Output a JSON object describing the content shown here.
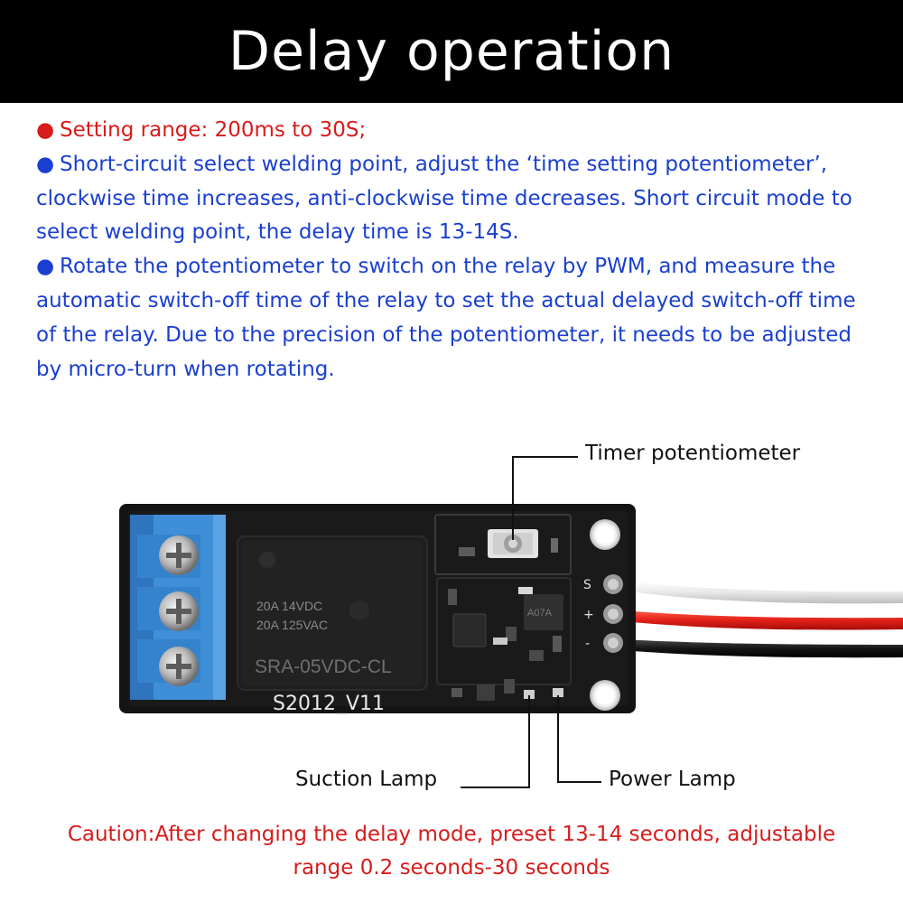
{
  "header": {
    "title": "Delay operation"
  },
  "description": {
    "bullets": [
      {
        "color": "red",
        "text": "Setting range: 200ms to 30S;"
      },
      {
        "color": "blue",
        "text": "Short-circuit select welding point, adjust the ‘time setting potentiometer’, clockwise time increases, anti-clockwise time decreases. Short circuit mode to select welding point, the delay time is 13-14S."
      },
      {
        "color": "blue",
        "text": "Rotate the potentiometer to switch on the relay by PWM, and measure the automatic switch-off time of the relay to set the actual delayed switch-off time of the relay. Due to the precision of the potentiometer, it needs to be adjusted by micro-turn when rotating."
      }
    ]
  },
  "board": {
    "relay_rating_1": "20A 14VDC",
    "relay_rating_2": "20A 125VAC",
    "relay_model": "SRA-05VDC-CL",
    "board_version": "S2012_V11",
    "pin_labels": [
      "S",
      "+",
      "-"
    ],
    "chip_text": "A07A"
  },
  "callouts": {
    "timer": "Timer potentiometer",
    "suction": "Suction Lamp",
    "power": "Power Lamp"
  },
  "caution": {
    "line1": "Caution:After changing the delay mode, preset 13-14 seconds, adjustable",
    "line2": "range 0.2 seconds-30 seconds"
  },
  "colors": {
    "header_bg": "#000000",
    "red_text": "#d81b1b",
    "blue_text": "#1a3fd0",
    "terminal_blue": "#3f8fd8",
    "pcb": "#111111"
  },
  "bullet_glyph": "●"
}
